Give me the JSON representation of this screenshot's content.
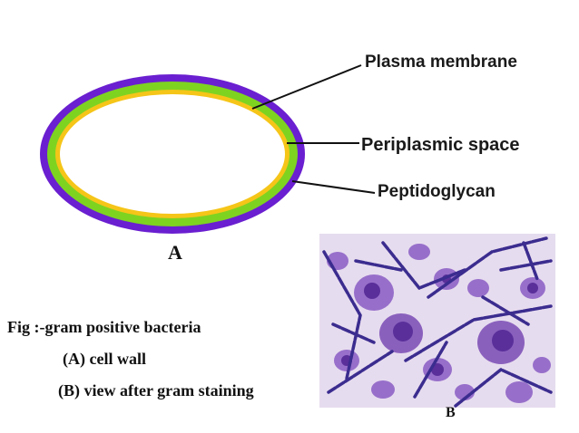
{
  "figure": {
    "labels": {
      "plasma_membrane": "Plasma membrane",
      "periplasmic_space": "Periplasmic space",
      "peptidoglycan": "Peptidoglycan"
    },
    "panel_a_label": "A",
    "panel_b_label": "B",
    "caption": {
      "line1": "Fig :-gram positive bacteria",
      "line2": "(A) cell wall",
      "line3": "(B) view after gram staining"
    }
  },
  "colors": {
    "outer_layer": "#6a1fd0",
    "middle_layer": "#7ed321",
    "inner_layer": "#f5c518",
    "cell_interior": "#ffffff",
    "stain_rods": "#3b2c8f",
    "stain_cells": "#8a5cc4",
    "stain_background": "#e6dcef"
  }
}
